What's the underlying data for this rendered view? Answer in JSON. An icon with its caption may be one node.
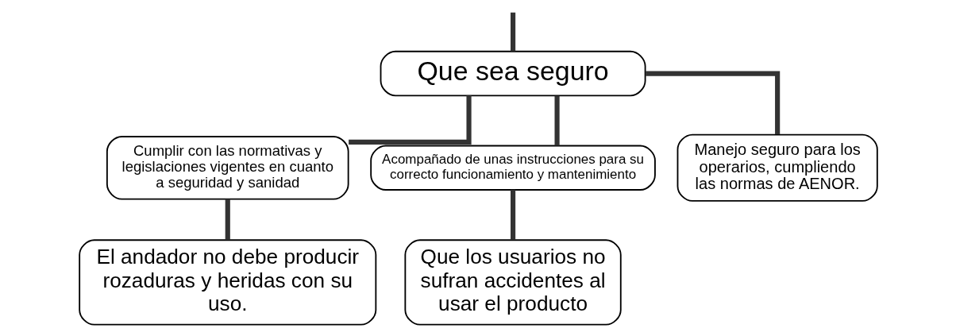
{
  "diagram": {
    "nodes": [
      {
        "text": [
          "Que sea seguro"
        ]
      },
      {
        "text": [
          "Cumplir con las normativas y legislaciones vigentes en cuanto a seguridad y sanidad"
        ]
      },
      {
        "text": [
          "Acompañado de unas instrucciones para su correcto funcionamiento y mantenimiento"
        ]
      },
      {
        "text": [
          "Manejo seguro para los operarios, cumpliendo las normas de AENOR."
        ]
      },
      {
        "text": [
          "El andador no debe producir rozaduras y heridas con su uso."
        ]
      },
      {
        "text": [
          "Que los usuarios no sufran accidentes al usar el producto"
        ]
      }
    ],
    "edges": [
      {
        "from": null,
        "to": 0,
        "arrow": "none"
      },
      {
        "from": 0,
        "to": 1,
        "arrow": "none"
      },
      {
        "from": 0,
        "to": 2,
        "arrow": "none"
      },
      {
        "from": 0,
        "to": 3,
        "arrow": "none"
      },
      {
        "from": 1,
        "to": 4,
        "arrow": "none"
      },
      {
        "from": 2,
        "to": 5,
        "arrow": "none"
      }
    ]
  }
}
